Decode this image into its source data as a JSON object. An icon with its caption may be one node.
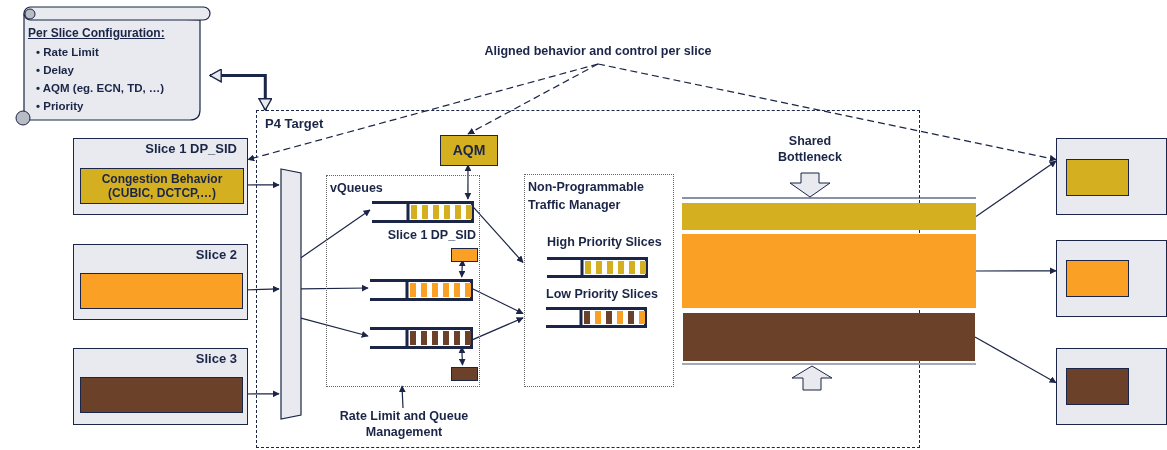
{
  "diagram": {
    "nodes": [
      {
        "text": [
          "Per Slice Configuration:",
          "• Rate Limit",
          "• Delay",
          "• AQM (eg. ECN, TD, …)",
          "• Priority"
        ]
      },
      {
        "text": [
          "Slice 1 DP_SID"
        ]
      },
      {
        "text": [
          "Congestion Behavior (CUBIC, DCTCP,…)"
        ],
        "in": 1
      },
      {
        "text": [
          "Slice 2"
        ]
      },
      {
        "text": [],
        "shape": "box",
        "in": 3
      },
      {
        "text": [
          "Slice 3"
        ]
      },
      {
        "text": [],
        "shape": "box",
        "in": 5
      },
      {
        "text": [
          "P4 Target"
        ]
      },
      {
        "text": [],
        "shape": "trapezoid",
        "in": 7
      },
      {
        "text": [
          "AQM"
        ],
        "in": 7
      },
      {
        "text": [
          "vQueues"
        ],
        "in": 7
      },
      {
        "text": [],
        "shape": "queue",
        "in": 10,
        "beside": [
          "Slice 1 DP_SID"
        ]
      },
      {
        "text": [],
        "shape": "box",
        "in": 10
      },
      {
        "text": [],
        "shape": "queue",
        "in": 10
      },
      {
        "text": [],
        "shape": "queue",
        "in": 10
      },
      {
        "text": [],
        "shape": "box",
        "in": 10
      },
      {
        "text": [
          "Non-Programmable Traffic Manager"
        ],
        "in": 7
      },
      {
        "text": [],
        "shape": "queue",
        "in": 16,
        "beside": [
          "High Priority Slices"
        ]
      },
      {
        "text": [],
        "shape": "queue",
        "in": 16,
        "beside": [
          "Low Priority Slices"
        ]
      },
      {
        "text": [],
        "shape": "bar"
      },
      {
        "text": [],
        "shape": "bar"
      },
      {
        "text": [],
        "shape": "bar"
      },
      {
        "text": [],
        "shape": "box"
      },
      {
        "text": [],
        "shape": "box",
        "in": 22
      },
      {
        "text": [],
        "shape": "box"
      },
      {
        "text": [],
        "shape": "box",
        "in": 24
      },
      {
        "text": [],
        "shape": "box"
      },
      {
        "text": [],
        "shape": "box",
        "in": 26
      },
      {
        "text": [
          "Aligned behavior and control per slice"
        ]
      },
      {
        "text": [
          "Rate Limit and Queue Management"
        ],
        "in": 7
      }
    ],
    "edges": [
      {
        "from": 0,
        "to": 7,
        "arrow": "both",
        "style": "thick"
      },
      {
        "from": 2,
        "to": 8,
        "arrow": "to"
      },
      {
        "from": 4,
        "to": 8,
        "arrow": "to"
      },
      {
        "from": 6,
        "to": 8,
        "arrow": "to"
      },
      {
        "from": 8,
        "to": 11,
        "arrow": "to"
      },
      {
        "from": 8,
        "to": 13,
        "arrow": "to"
      },
      {
        "from": 8,
        "to": 14,
        "arrow": "to"
      },
      {
        "from": 9,
        "to": 11,
        "arrow": "both"
      },
      {
        "from": 12,
        "to": 13,
        "arrow": "both"
      },
      {
        "from": 14,
        "to": 15,
        "arrow": "both"
      },
      {
        "from": 11,
        "to": 16,
        "arrow": "to"
      },
      {
        "from": 13,
        "to": 16,
        "arrow": "to"
      },
      {
        "from": 14,
        "to": 16,
        "arrow": "to"
      },
      {
        "from": 19,
        "to": 22,
        "arrow": "to"
      },
      {
        "from": 20,
        "to": 24,
        "arrow": "to"
      },
      {
        "from": 21,
        "to": 26,
        "arrow": "to"
      },
      {
        "from": 28,
        "to": 1,
        "arrow": "to",
        "style": "dashed"
      },
      {
        "from": 28,
        "to": 9,
        "arrow": "to",
        "style": "dashed"
      },
      {
        "from": 28,
        "to": 22,
        "arrow": "to",
        "style": "dashed"
      },
      {
        "from": 29,
        "to": 10,
        "arrow": "to"
      }
    ],
    "labels": [
      "Shared Bottleneck"
    ]
  }
}
